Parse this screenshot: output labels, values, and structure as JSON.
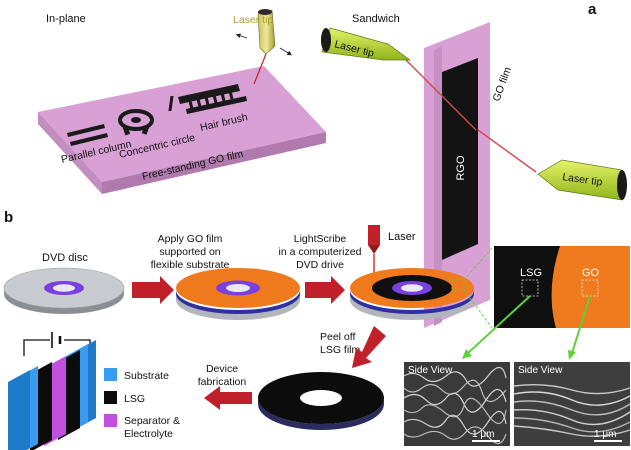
{
  "panel_a": {
    "label": "a",
    "in_plane": {
      "title": "In-plane",
      "laser_tip": "Laser tip",
      "parallel_column": "Parallel column",
      "concentric_circle": "Concentric circle",
      "hair_brush": "Hair brush",
      "freestanding": "Free-standing GO film"
    },
    "sandwich": {
      "title": "Sandwich",
      "laser_tip_left": "Laser tip",
      "laser_tip_right": "Laser tip",
      "go_film": "GO film",
      "rgo": "RGO"
    }
  },
  "panel_b": {
    "label": "b",
    "dvd_disc": "DVD disc",
    "apply_step": [
      "Apply GO film",
      "supported on",
      "flexible substrate"
    ],
    "lightscribe_step": [
      "LightScribe",
      "in a computerized",
      "DVD drive"
    ],
    "laser": "Laser",
    "lsg_label": "LSG",
    "go_label": "GO",
    "peel_step": [
      "Peel off",
      "LSG film"
    ],
    "device_step": [
      "Device",
      "fabrication"
    ],
    "legend": [
      {
        "name": "Substrate",
        "color": "#3a9cf0"
      },
      {
        "name": "LSG",
        "color": "#0b0b0b"
      },
      {
        "name": "Separator & Electrolyte",
        "lines": [
          "Separator &",
          "Electrolyte"
        ],
        "color": "#c24fe0"
      }
    ],
    "sem_left": {
      "title": "Side View",
      "scale": "1 μm"
    },
    "sem_right": {
      "title": "Side View",
      "scale": "1 μm"
    }
  },
  "colors": {
    "go_film": "#d9a0d6",
    "go_orange": "#f07a1e",
    "arrow_red": "#c0202a",
    "laser_green": "#b7dc2c",
    "zoom_green": "#5bd13a"
  }
}
